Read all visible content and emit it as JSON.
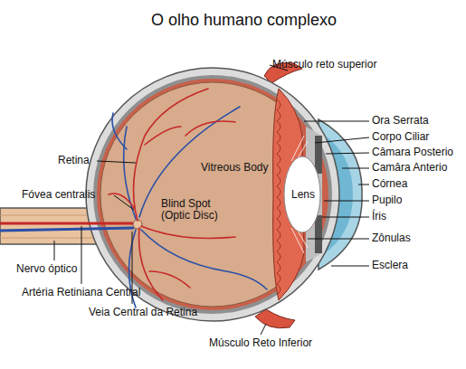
{
  "diagram": {
    "title": "O olho humano complexo",
    "labels": [
      "Músculo reto superior",
      "Ora Serrata",
      "Corpo Ciliar",
      "Câmara Posterio",
      "Camâra Anterio",
      "Córnea",
      "Pupilo",
      "Íris",
      "Zônulas",
      "Esclera",
      "Retina",
      "Fóvea centralis",
      "Vitreous Body",
      "Blind Spot (Optic Disc)",
      "Lens",
      "Nervo óptico",
      "Artéria Retiniana Central",
      "Veia Central da Retina",
      "Músculo Reto Inferior"
    ]
  }
}
